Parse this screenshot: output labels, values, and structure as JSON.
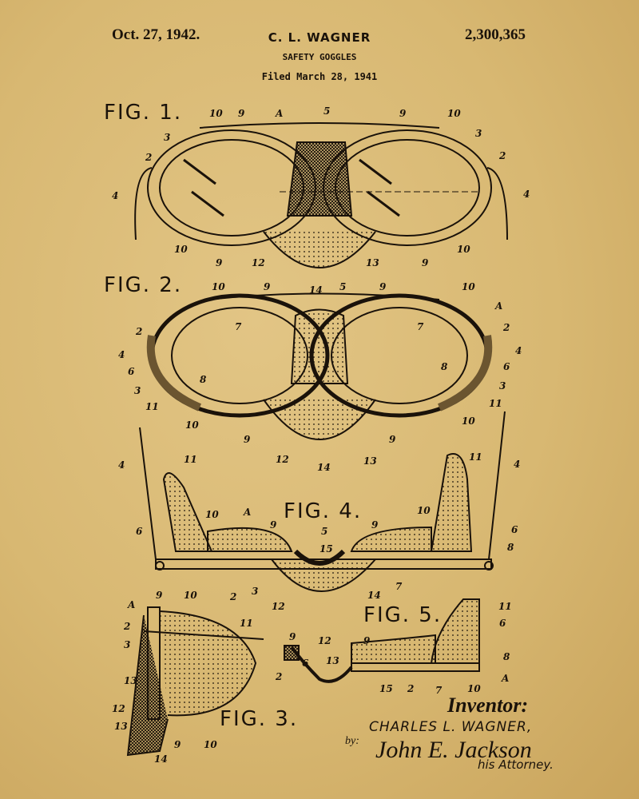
{
  "header": {
    "date": "Oct. 27, 1942.",
    "inventor_short": "C. L. WAGNER",
    "patent_number": "2,300,365",
    "title": "SAFETY GOGGLES",
    "filed": "Filed March 28, 1941"
  },
  "figures": {
    "fig1": "FIG. 1.",
    "fig2": "FIG. 2.",
    "fig3": "FIG. 3.",
    "fig4": "FIG. 4.",
    "fig5": "FIG. 5."
  },
  "refs": [
    "10",
    "9",
    "A",
    "5",
    "9",
    "10",
    "3",
    "3",
    "2",
    "2",
    "4",
    "4",
    "10",
    "9",
    "12",
    "14",
    "13",
    "9",
    "10",
    "10",
    "9",
    "5",
    "9",
    "10",
    "A",
    "2",
    "2",
    "4",
    "4",
    "6",
    "6",
    "3",
    "3",
    "11",
    "11",
    "7",
    "7",
    "8",
    "8",
    "10",
    "9",
    "12",
    "14",
    "13",
    "9",
    "10",
    "4",
    "11",
    "11",
    "4",
    "10",
    "A",
    "9",
    "5",
    "9",
    "10",
    "6",
    "6",
    "8",
    "7",
    "2",
    "3",
    "15",
    "12",
    "14",
    "A",
    "9",
    "10",
    "11",
    "2",
    "3",
    "13",
    "12",
    "13",
    "14",
    "9",
    "10",
    "6",
    "9",
    "12",
    "13",
    "9",
    "11",
    "6",
    "8",
    "2",
    "15",
    "2",
    "7",
    "10",
    "A",
    "5"
  ],
  "signature": {
    "inventor_label": "Inventor:",
    "inventor_name": "CHARLES L. WAGNER,",
    "by": "by:",
    "attorney_signature": "John E. Jackson",
    "attorney_label": "his Attorney."
  },
  "colors": {
    "paper": "#d8b872",
    "ink": "#1a120a"
  }
}
